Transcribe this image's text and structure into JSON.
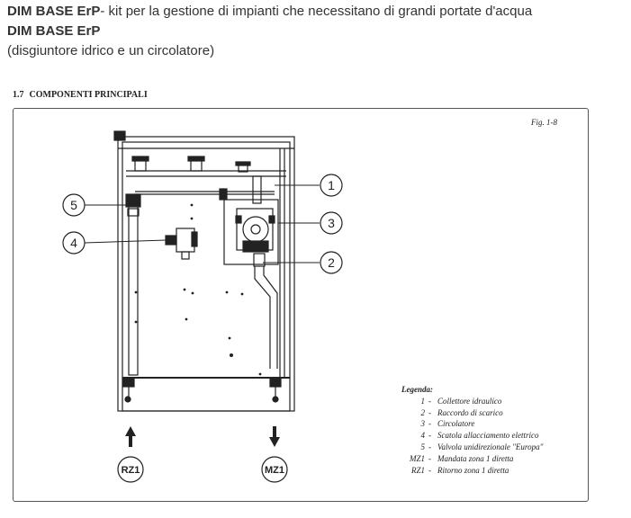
{
  "intro": {
    "line1_bold": "DIM BASE ErP",
    "line1_rest": "- kit per la gestione di impianti che necessitano di grandi portate d'acqua",
    "line2": "DIM BASE ErP",
    "line3": "(disgiuntore idrico e un circolatore)"
  },
  "section": {
    "number": "1.7",
    "title": "COMPONENTI PRINCIPALI"
  },
  "figure": {
    "label": "Fig. 1-8",
    "callouts": [
      "1",
      "2",
      "3",
      "4",
      "5"
    ],
    "ports": [
      {
        "code": "RZ1",
        "direction": "up"
      },
      {
        "code": "MZ1",
        "direction": "down"
      }
    ]
  },
  "legend": {
    "title": "Legenda:",
    "items": [
      {
        "code": "1",
        "text": "Collettore idraulico"
      },
      {
        "code": "2",
        "text": "Raccordo di scarico"
      },
      {
        "code": "3",
        "text": "Circolatore"
      },
      {
        "code": "4",
        "text": "Scatola allacciamento elettrico"
      },
      {
        "code": "5",
        "text": "Valvola unidirezionale \"Europa\""
      },
      {
        "code": "MZ1",
        "text": "Mandata zona 1 diretta"
      },
      {
        "code": "RZ1",
        "text": "Ritorno zona 1 diretta"
      }
    ]
  },
  "colors": {
    "text": "#333333",
    "line": "#222222",
    "frame": "#555555"
  }
}
